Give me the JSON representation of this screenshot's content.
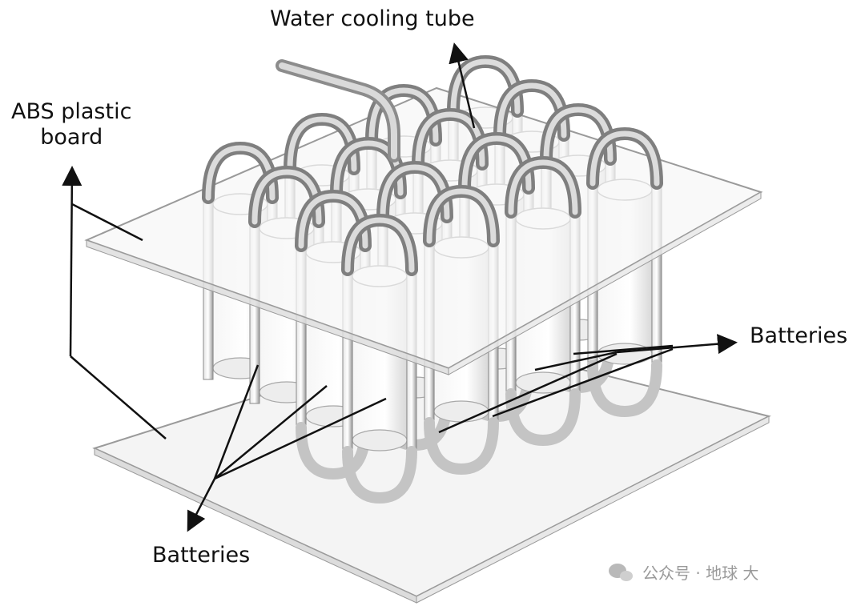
{
  "labels": {
    "water_cooling_tube": "Water cooling tube",
    "abs_plastic_board_line1": "ABS plastic",
    "abs_plastic_board_line2": "board",
    "batteries_right": "Batteries",
    "batteries_bottom": "Batteries"
  },
  "watermark": {
    "text": "公众号 · 地球 大",
    "icon": "chat-bubble-icon"
  },
  "components": {
    "board_count": 2,
    "battery_grid": [
      4,
      4
    ],
    "colors": {
      "board_fill": "#f4f4f4",
      "board_edge": "#9a9a9a",
      "tube": "#b8b8b8",
      "tube_dark": "#7a7a7a",
      "battery_fill": "#ececec",
      "leader_line": "#111111"
    }
  }
}
